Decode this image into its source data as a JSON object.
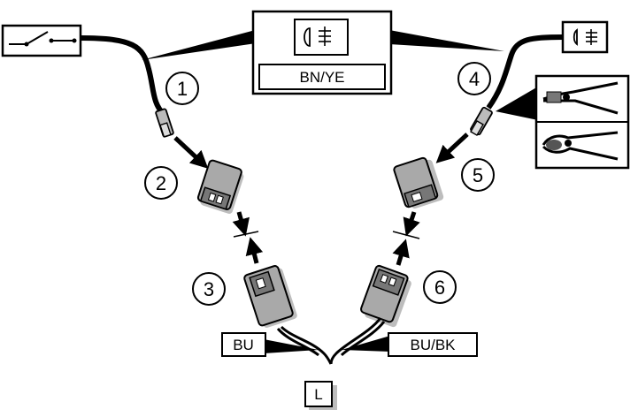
{
  "top_box": {
    "color_code": "BN/YE",
    "symbol": "fog-light-icon"
  },
  "right_symbol": "fog-light-icon",
  "switch_symbol": "switch-icon",
  "tool_panel": {
    "tools": [
      "crimping-pliers-icon",
      "crimping-pliers-icon"
    ]
  },
  "steps": [
    "1",
    "2",
    "3",
    "4",
    "5",
    "6"
  ],
  "wire_labels": {
    "left": "BU",
    "right": "BU/BK"
  },
  "ground_label": "L",
  "colors": {
    "stroke": "#000000",
    "connector": "#a9a9a9",
    "connector_dark": "#6f6f6f",
    "shadow": "#bdbdbd"
  }
}
